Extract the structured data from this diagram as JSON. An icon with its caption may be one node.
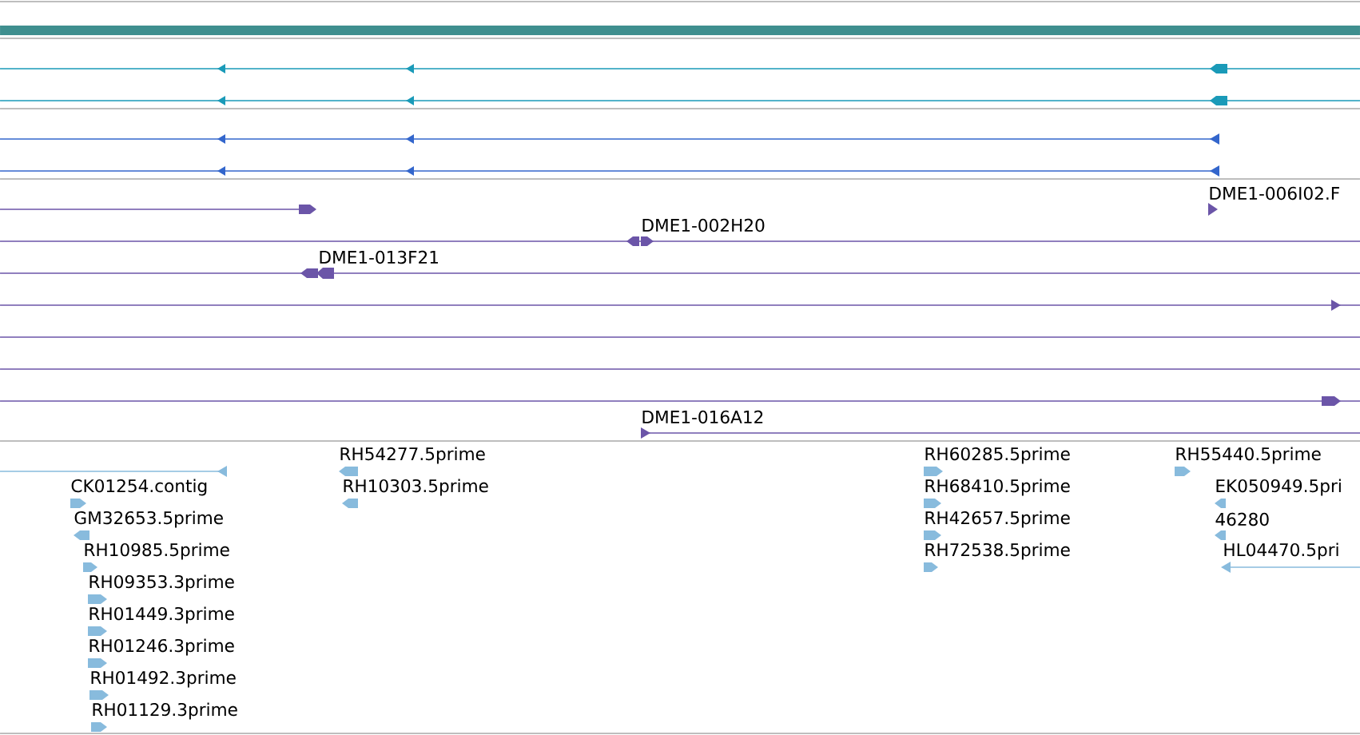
{
  "diagram": {
    "labels": [
      "DME1-006I02.F",
      "DME1-002H20",
      "DME1-013F21",
      "DME1-016A12",
      "RH54277.5prime",
      "RH60285.5prime",
      "RH55440.5prime",
      "CK01254.contig",
      "RH10303.5prime",
      "RH68410.5prime",
      "EK050949.5pri",
      "GM32653.5prime",
      "RH42657.5prime",
      "46280",
      "RH10985.5prime",
      "RH72538.5prime",
      "HL04470.5pri",
      "RH09353.3prime",
      "RH01449.3prime",
      "RH01246.3prime",
      "RH01492.3prime",
      "RH01129.3prime"
    ]
  }
}
